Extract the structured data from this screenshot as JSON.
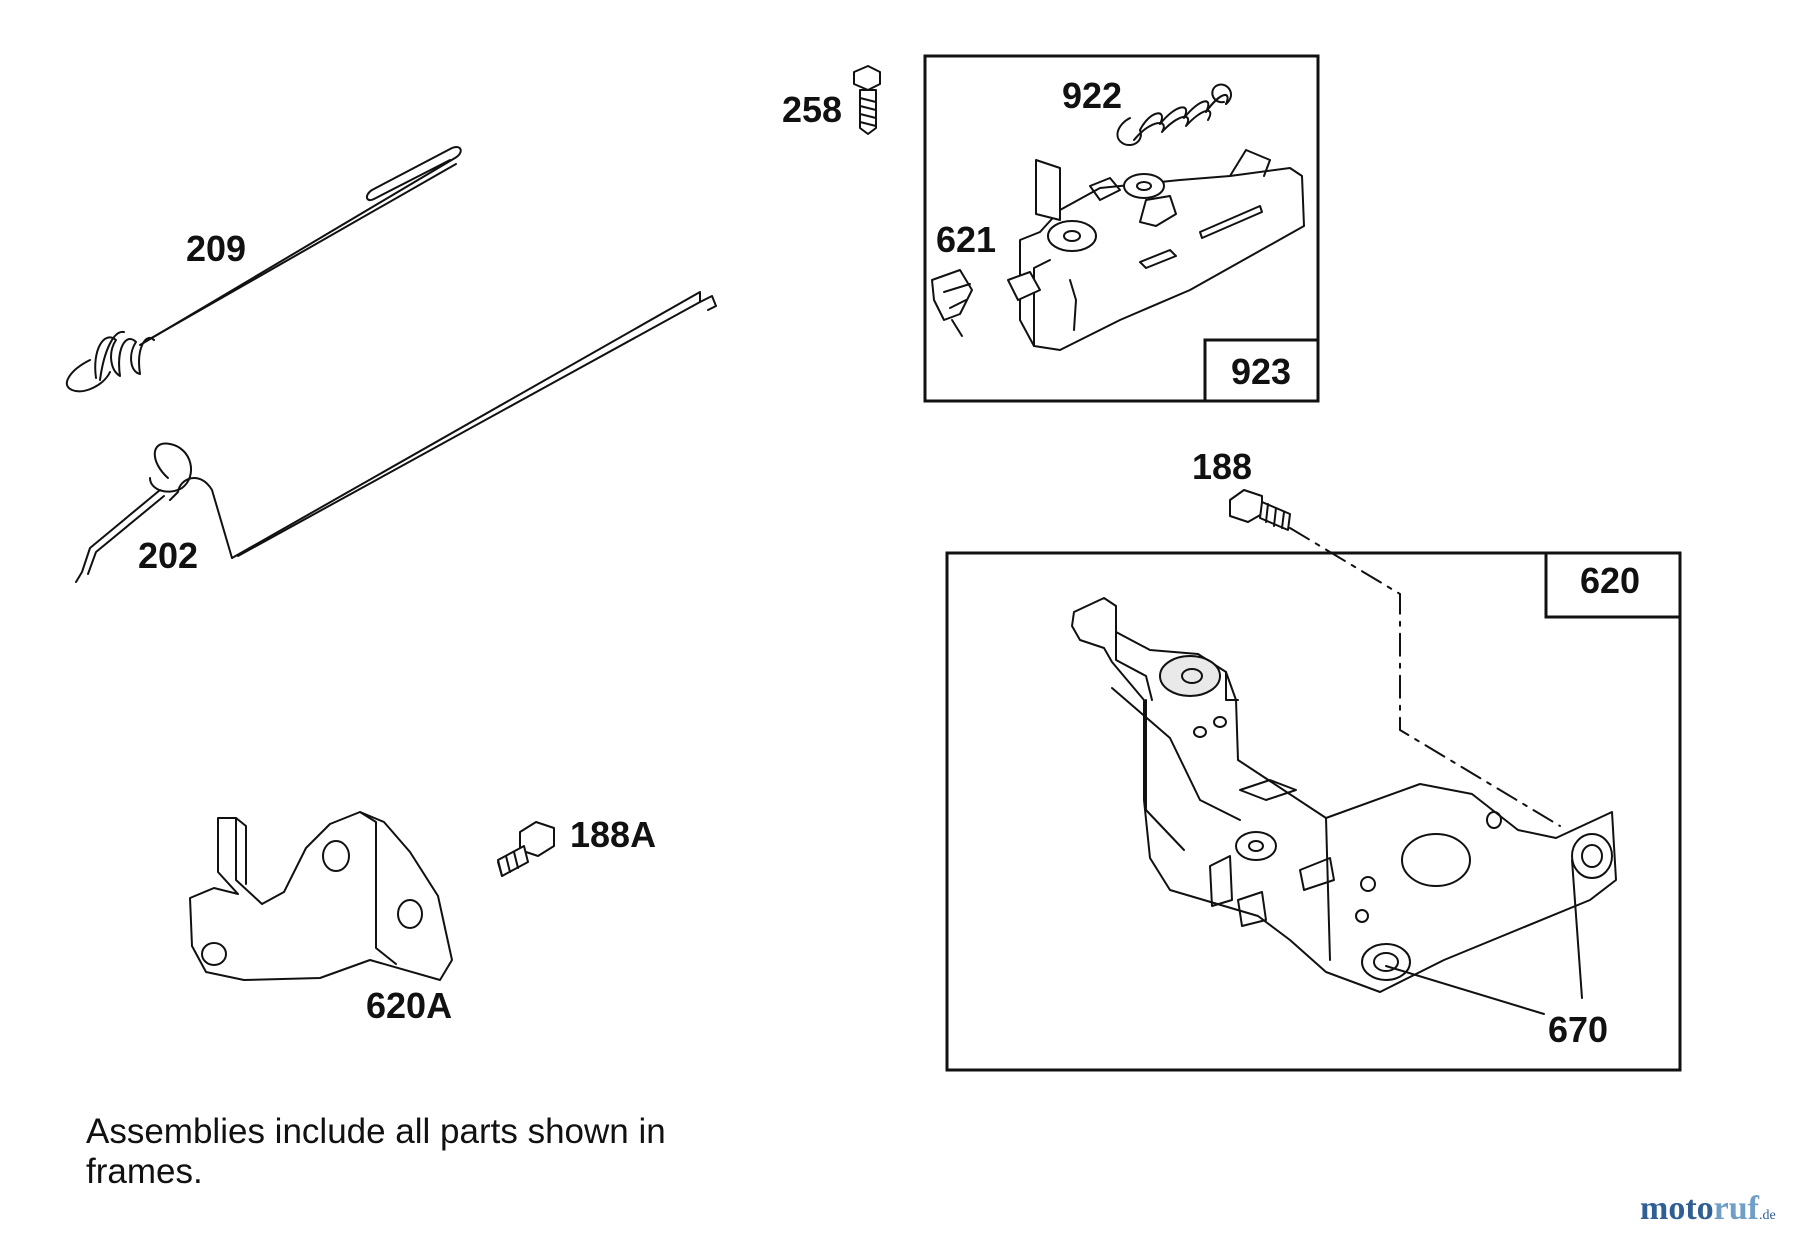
{
  "diagram": {
    "labels": {
      "p258": "258",
      "p922": "922",
      "p621": "621",
      "p923": "923",
      "p209": "209",
      "p202": "202",
      "p188": "188",
      "p620": "620",
      "p188a": "188A",
      "p620a": "620A",
      "p670": "670"
    },
    "note": "Assemblies include all parts shown in frames.",
    "watermark": {
      "part1": "moto",
      "part2": "ruf",
      "suffix": ".de"
    }
  }
}
